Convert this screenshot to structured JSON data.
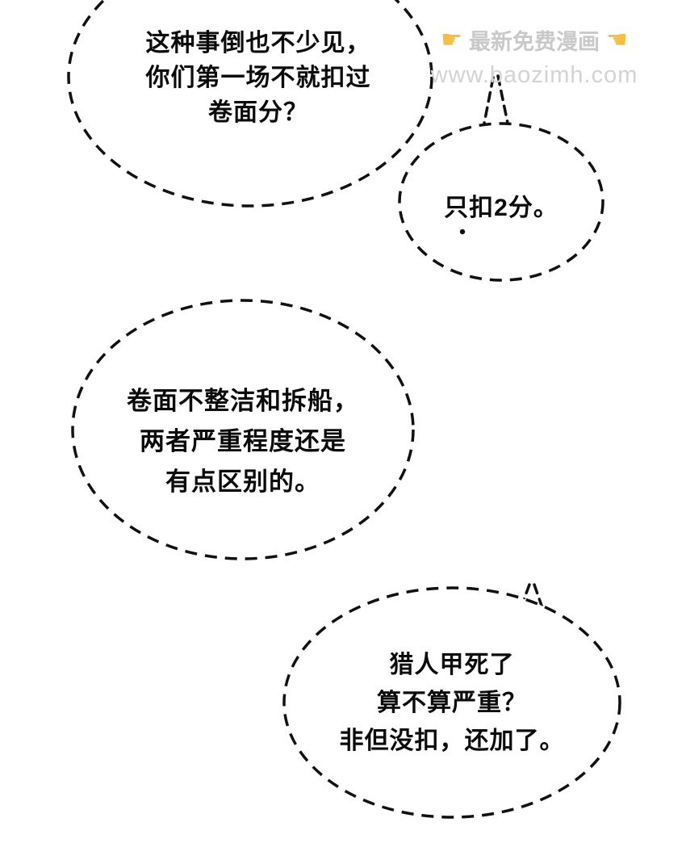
{
  "page": {
    "background": "#ffffff",
    "stroke_color": "#111111"
  },
  "watermark": {
    "hand_left": "☛",
    "hand_right": "☚",
    "title": "最新免费漫画",
    "url": "www.baozimh.com",
    "hand_color": "#f5c042",
    "text_color": "#c9c9c9"
  },
  "bubbles": [
    {
      "name": "speech-bubble-1",
      "lines": [
        "这种事倒也不少见，",
        "你们第一场不就扣过",
        "卷面分？"
      ]
    },
    {
      "name": "speech-bubble-2",
      "lines": [
        "只扣2分。"
      ]
    },
    {
      "name": "speech-bubble-3",
      "lines": [
        "卷面不整洁和拆船，",
        "两者严重程度还是",
        "有点区别的。"
      ]
    },
    {
      "name": "speech-bubble-4",
      "lines": [
        "猎人甲死了",
        "算不算严重？",
        "非但没扣，还加了。"
      ]
    }
  ]
}
